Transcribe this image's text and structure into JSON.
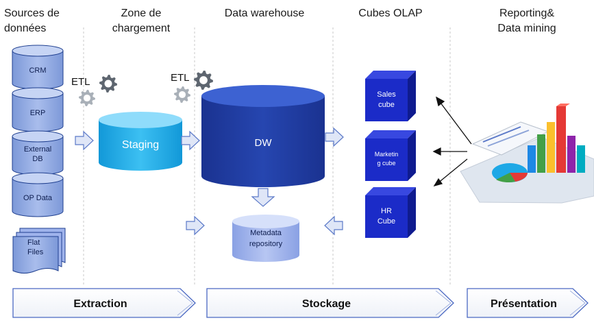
{
  "columns": {
    "sources": "Sources de\ndonnées",
    "staging_zone": "Zone de\nchargement",
    "warehouse": "Data warehouse",
    "olap": "Cubes OLAP",
    "reporting": "Reporting&\nData mining"
  },
  "sources": [
    "CRM",
    "ERP",
    "External\nDB",
    "OP Data"
  ],
  "flat_files": "Flat\nFiles",
  "etl": "ETL",
  "staging": "Staging",
  "dw": "DW",
  "metadata": "Metadata\nrepository",
  "cubes": [
    "Sales\ncube",
    "Marketin\ng cube",
    "HR\nCube"
  ],
  "phases": {
    "extraction": "Extraction",
    "stockage": "Stockage",
    "presentation": "Présentation"
  },
  "colors": {
    "source_fill": "#8fa9e0",
    "source_stroke": "#1f3f8f",
    "staging": "#1ea8e6",
    "dw": "#1f3a9a",
    "metadata": "#9fb3ec",
    "cube": "#1b2bc8",
    "arrow_fill": "#dfe6f7",
    "arrow_stroke": "#5b79c8"
  }
}
